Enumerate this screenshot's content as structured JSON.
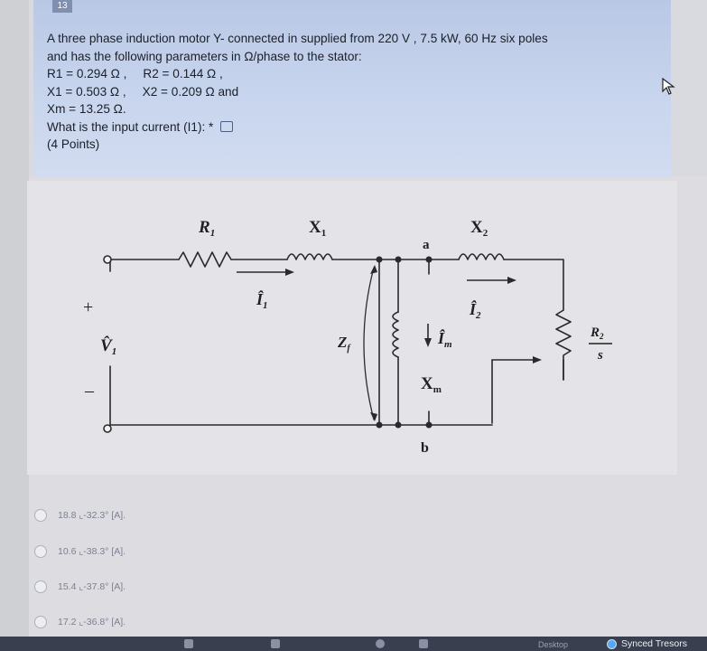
{
  "question": {
    "number": "13",
    "line1": "A three phase induction motor Y- connected in supplied from 220 V , 7.5 kW, 60 Hz six poles",
    "line2": "and has the following parameters in Ω/phase to the stator:",
    "r1": "R1 = 0.294 Ω ,",
    "r2": "R2 = 0.144 Ω ,",
    "x1": "X1 = 0.503 Ω ,",
    "x2": "X2 = 0.209 Ω and",
    "xm": "Xm = 13.25 Ω.",
    "prompt": "What is the input current (I1): *",
    "points": "(4 Points)"
  },
  "circuit": {
    "r1": "R",
    "r1_sub": "1",
    "x1": "X",
    "x1_sub": "1",
    "x2": "X",
    "x2_sub": "2",
    "node_a": "a",
    "node_b": "b",
    "i1": "Î",
    "i1_sub": "1",
    "i2": "Î",
    "i2_sub": "2",
    "im": "Î",
    "im_sub": "m",
    "v1": "V̂",
    "v1_sub": "1",
    "plus": "+",
    "minus": "–",
    "zf": "Z",
    "zf_sub": "f",
    "xm": "X",
    "xm_sub": "m",
    "r2": "R",
    "r2_sub": "2",
    "s": "s"
  },
  "options": [
    {
      "label": "18.8 ⌞-32.3° [A]."
    },
    {
      "label": "10.6 ⌞-38.3° [A]."
    },
    {
      "label": "15.4 ⌞-37.8° [A]."
    },
    {
      "label": "17.2 ⌞-36.8° [A]."
    }
  ],
  "taskbar": {
    "desktop": "Desktop",
    "sync": "Synced Tresors"
  },
  "colors": {
    "card": "#c4d2ec",
    "ink": "#2a2a2a",
    "taskbar": "#3a3f4f"
  }
}
